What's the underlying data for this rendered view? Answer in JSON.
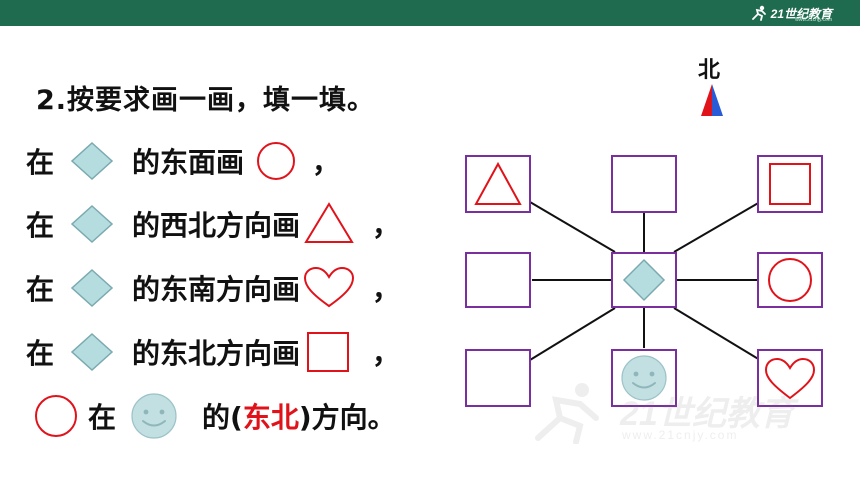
{
  "header": {
    "logo_text": "21世纪教育",
    "logo_site": "www.21cnjy.com",
    "bar_color": "#1e6b4f"
  },
  "title": "2.按要求画一画，填一填。",
  "instructions": [
    {
      "prefix": "在",
      "reference": "diamond-icon",
      "text": "的东面画",
      "target": "circle-icon",
      "suffix": "，"
    },
    {
      "prefix": "在",
      "reference": "diamond-icon",
      "text": "的西北方向画",
      "target": "triangle-icon",
      "suffix": "，"
    },
    {
      "prefix": "在",
      "reference": "diamond-icon",
      "text": "的东南方向画",
      "target": "heart-icon",
      "suffix": "，"
    },
    {
      "prefix": "在",
      "reference": "diamond-icon",
      "text": "的东北方向画",
      "target": "square-icon",
      "suffix": "，"
    }
  ],
  "question": {
    "subject": "circle-icon",
    "word_at": "在",
    "reference": "smiley-icon",
    "text_before": "的(",
    "answer": "东北",
    "text_after": ")方向。"
  },
  "compass": {
    "label": "北"
  },
  "grid_cells": {
    "top_left": "triangle-icon",
    "top_center": "",
    "top_right": "square-icon",
    "middle_left": "",
    "center": "diamond-icon",
    "middle_right": "circle-icon",
    "bottom_left": "",
    "bottom_center": "smiley-icon",
    "bottom_right": "heart-icon"
  },
  "watermark": {
    "text": "21世纪教育",
    "site": "www.21cnjy.com"
  },
  "colors": {
    "red_shape": "#e0131b",
    "box_border": "#7a2f9e",
    "diamond_fill": "#b5dde0",
    "smiley_fill": "#c2dfe2",
    "answer_text": "#e0131b"
  }
}
